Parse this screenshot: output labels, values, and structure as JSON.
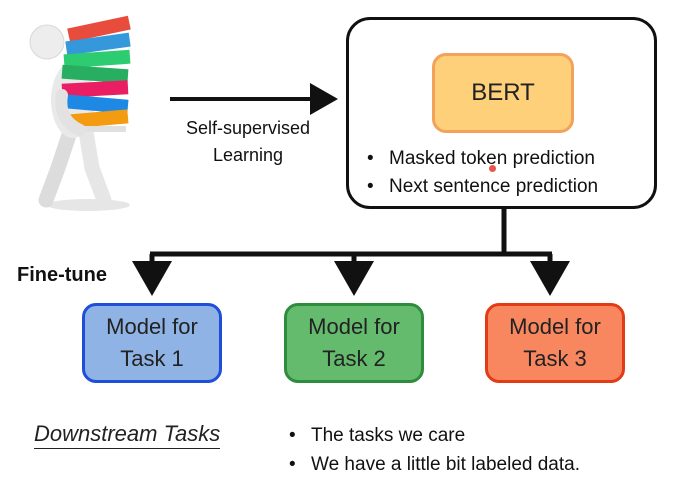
{
  "bert": {
    "label": "BERT",
    "bullets": [
      "Masked token prediction",
      "Next sentence prediction"
    ]
  },
  "self_supervised": {
    "line1": "Self-supervised",
    "line2": "Learning"
  },
  "fine_tune_label": "Fine-tune",
  "models": [
    {
      "line1": "Model for",
      "line2": "Task 1"
    },
    {
      "line1": "Model for",
      "line2": "Task 2"
    },
    {
      "line1": "Model for",
      "line2": "Task 3"
    }
  ],
  "downstream": {
    "title": "Downstream Tasks",
    "bullets": [
      "The tasks we care",
      "We have a little bit labeled data."
    ]
  },
  "bullet_char": "•",
  "colors": {
    "bert_fill": "#fdd079",
    "bert_border": "#f2a25a",
    "task1_fill": "#8fb3e4",
    "task1_border": "#1f4ed8",
    "task2_fill": "#65bb6d",
    "task2_border": "#2e8d3d",
    "task3_fill": "#f88760",
    "task3_border": "#e23b16",
    "cursor_dot": "#e8554a"
  },
  "icons": [
    "person-carrying-binders-illustration",
    "arrow-right-icon",
    "arrow-down-icon"
  ]
}
